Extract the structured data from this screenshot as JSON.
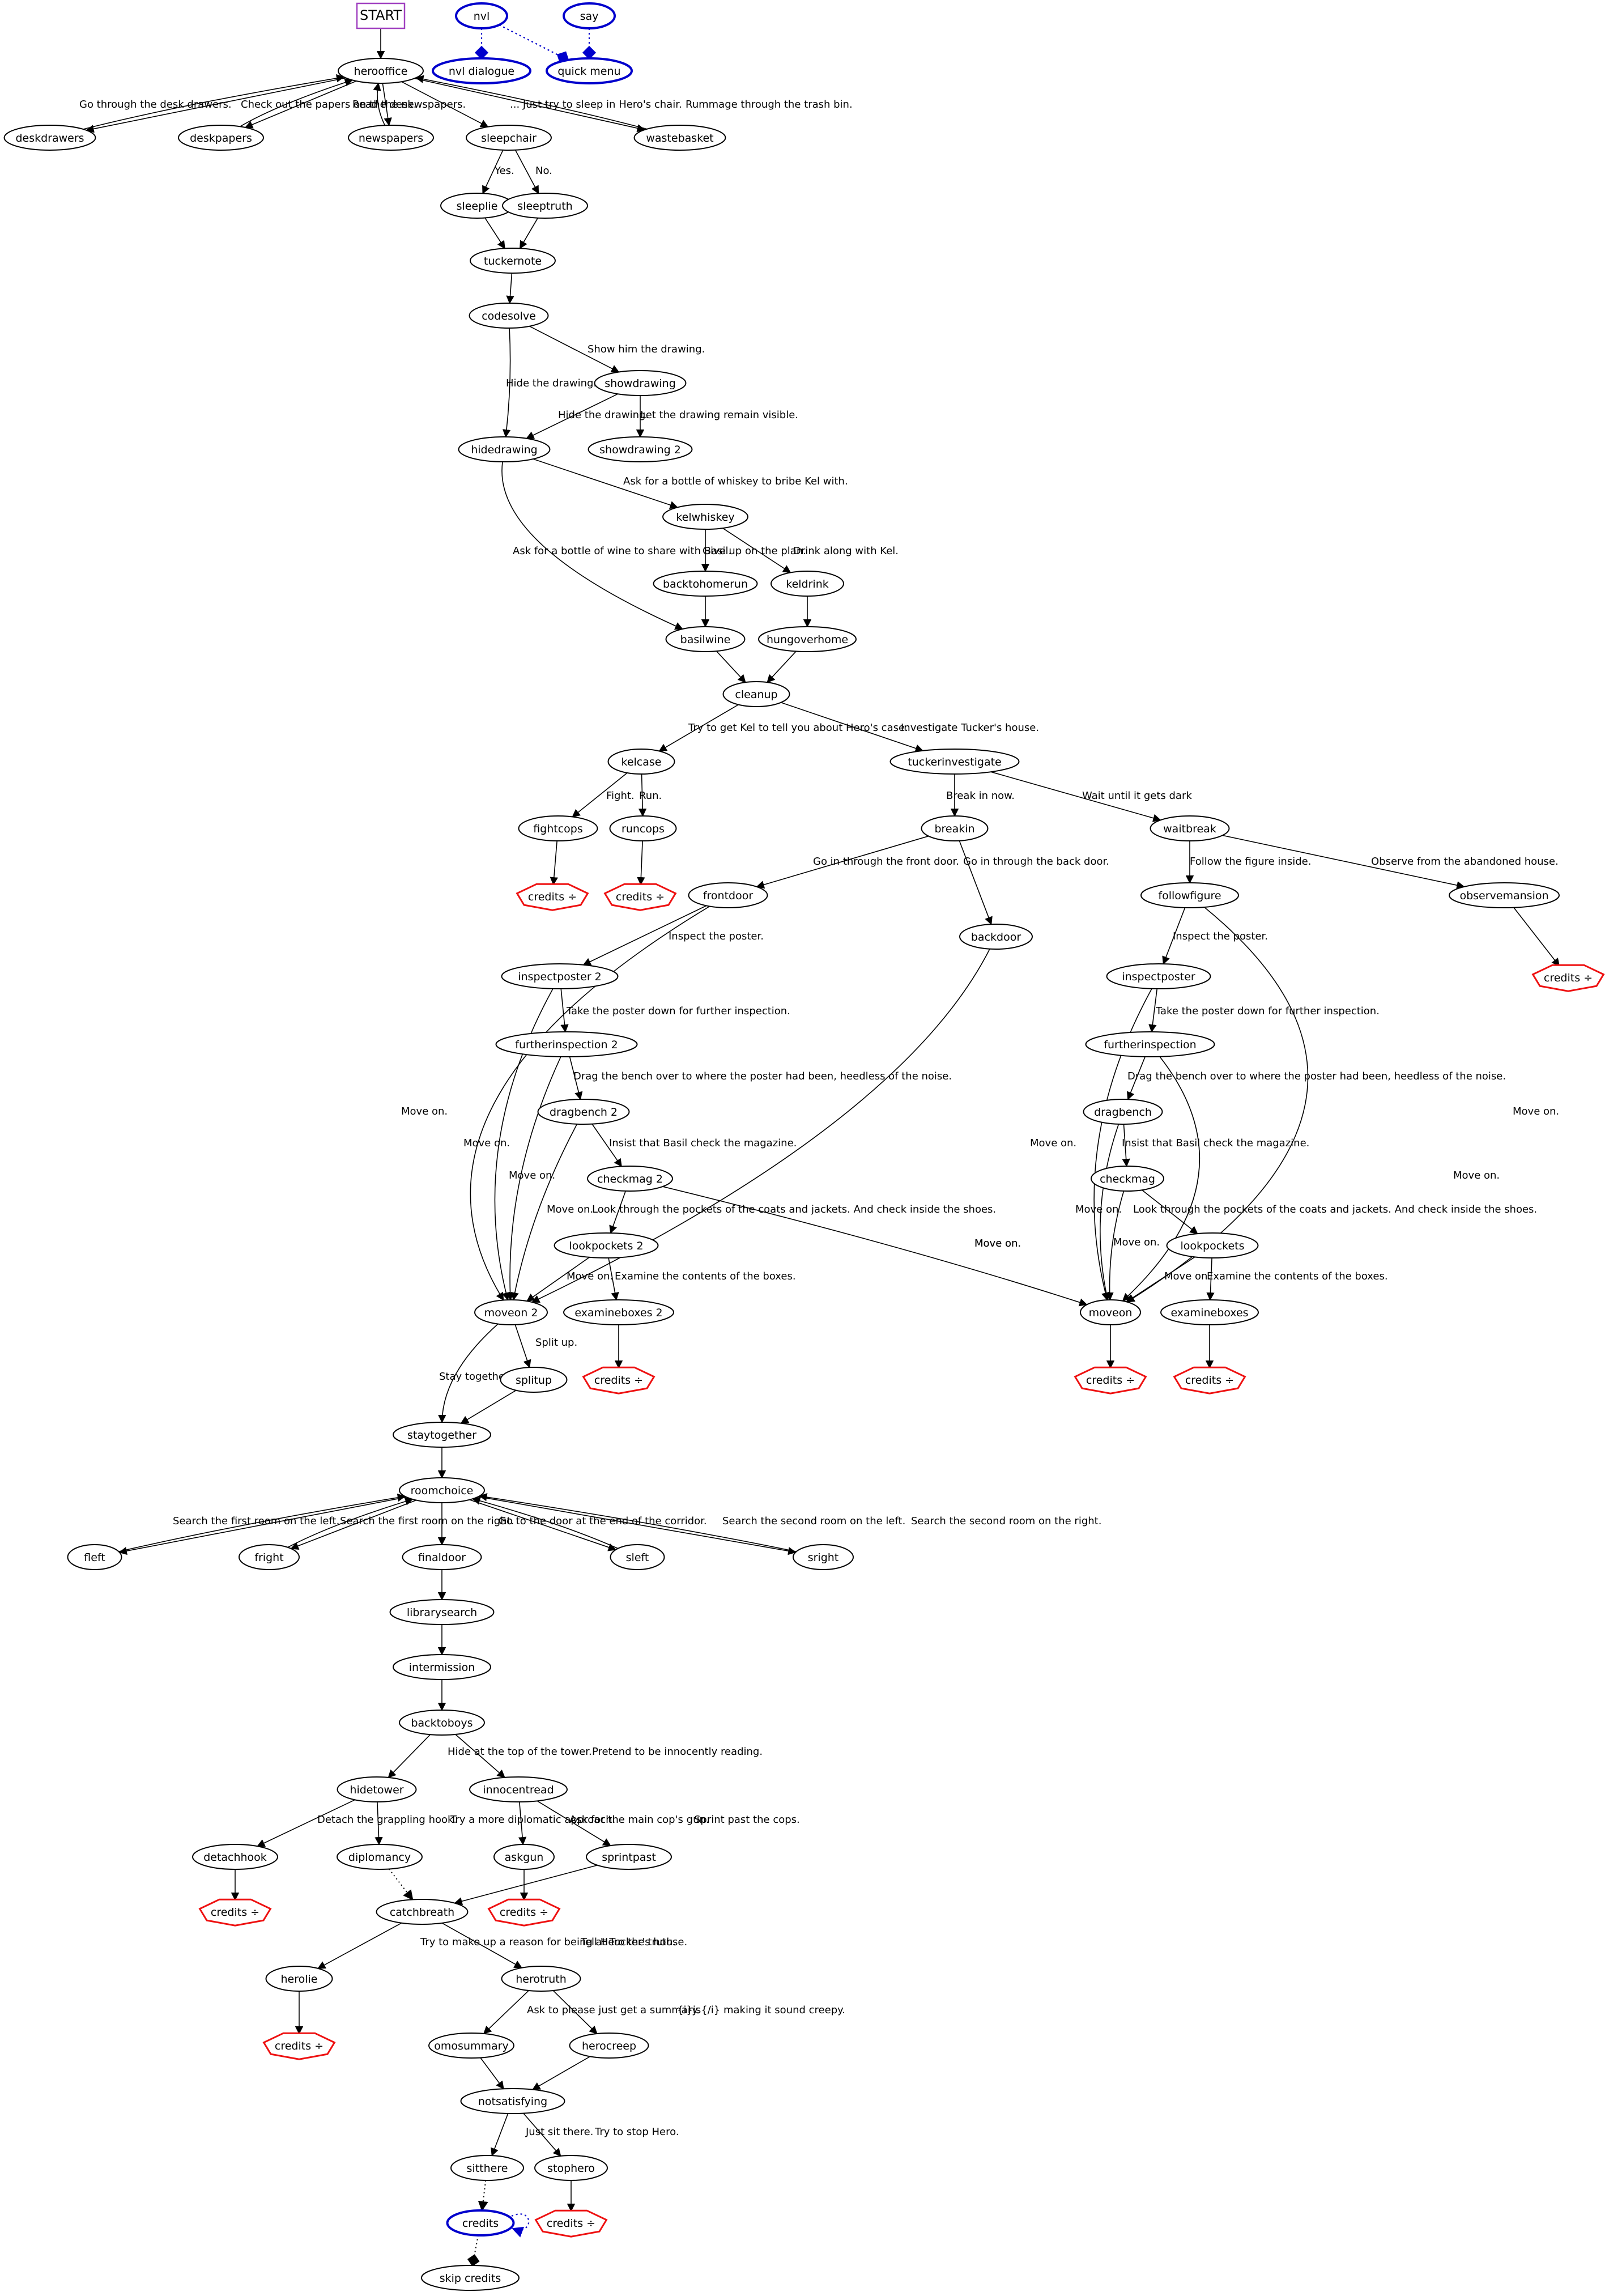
{
  "nodes": [
    {
      "id": "start",
      "label": "START",
      "shape": "box"
    },
    {
      "id": "nvl",
      "label": "nvl",
      "shape": "special"
    },
    {
      "id": "say",
      "label": "say",
      "shape": "special"
    },
    {
      "id": "nvldialogue",
      "label": "nvl dialogue",
      "shape": "special-target"
    },
    {
      "id": "quickmenu",
      "label": "quick menu",
      "shape": "special-target"
    },
    {
      "id": "herooffice",
      "label": "herooffice",
      "shape": "ellipse"
    },
    {
      "id": "deskdrawers",
      "label": "deskdrawers",
      "shape": "ellipse"
    },
    {
      "id": "deskpapers",
      "label": "deskpapers",
      "shape": "ellipse"
    },
    {
      "id": "newspapers",
      "label": "newspapers",
      "shape": "ellipse"
    },
    {
      "id": "sleepchair",
      "label": "sleepchair",
      "shape": "ellipse"
    },
    {
      "id": "wastebasket",
      "label": "wastebasket",
      "shape": "ellipse"
    },
    {
      "id": "sleeplie",
      "label": "sleeplie",
      "shape": "ellipse"
    },
    {
      "id": "sleeptruth",
      "label": "sleeptruth",
      "shape": "ellipse"
    },
    {
      "id": "tuckernote",
      "label": "tuckernote",
      "shape": "ellipse"
    },
    {
      "id": "codesolve",
      "label": "codesolve",
      "shape": "ellipse"
    },
    {
      "id": "showdrawing",
      "label": "showdrawing",
      "shape": "ellipse"
    },
    {
      "id": "hidedrawing",
      "label": "hidedrawing",
      "shape": "ellipse"
    },
    {
      "id": "showdrawing2",
      "label": "showdrawing 2",
      "shape": "ellipse"
    },
    {
      "id": "kelwhiskey",
      "label": "kelwhiskey",
      "shape": "ellipse"
    },
    {
      "id": "backtohomerun",
      "label": "backtohomerun",
      "shape": "ellipse"
    },
    {
      "id": "keldrink",
      "label": "keldrink",
      "shape": "ellipse"
    },
    {
      "id": "basilwine",
      "label": "basilwine",
      "shape": "ellipse"
    },
    {
      "id": "hungoverhome",
      "label": "hungoverhome",
      "shape": "ellipse"
    },
    {
      "id": "cleanup",
      "label": "cleanup",
      "shape": "ellipse"
    },
    {
      "id": "kelcase",
      "label": "kelcase",
      "shape": "ellipse"
    },
    {
      "id": "tuckerinvestigate",
      "label": "tuckerinvestigate",
      "shape": "ellipse"
    },
    {
      "id": "fightcops",
      "label": "fightcops",
      "shape": "ellipse"
    },
    {
      "id": "runcops",
      "label": "runcops",
      "shape": "ellipse"
    },
    {
      "id": "credits_fight",
      "label": "credits ÷",
      "shape": "septagon"
    },
    {
      "id": "credits_run",
      "label": "credits ÷",
      "shape": "septagon"
    },
    {
      "id": "breakin",
      "label": "breakin",
      "shape": "ellipse"
    },
    {
      "id": "waitbreak",
      "label": "waitbreak",
      "shape": "ellipse"
    },
    {
      "id": "frontdoor",
      "label": "frontdoor",
      "shape": "ellipse"
    },
    {
      "id": "backdoor",
      "label": "backdoor",
      "shape": "ellipse"
    },
    {
      "id": "followfigure",
      "label": "followfigure",
      "shape": "ellipse"
    },
    {
      "id": "observemansion",
      "label": "observemansion",
      "shape": "ellipse"
    },
    {
      "id": "credits_obs",
      "label": "credits ÷",
      "shape": "septagon"
    },
    {
      "id": "inspectposter2",
      "label": "inspectposter 2",
      "shape": "ellipse"
    },
    {
      "id": "inspectposter",
      "label": "inspectposter",
      "shape": "ellipse"
    },
    {
      "id": "furtherinspection2",
      "label": "furtherinspection 2",
      "shape": "ellipse"
    },
    {
      "id": "furtherinspection",
      "label": "furtherinspection",
      "shape": "ellipse"
    },
    {
      "id": "dragbench2",
      "label": "dragbench 2",
      "shape": "ellipse"
    },
    {
      "id": "dragbench",
      "label": "dragbench",
      "shape": "ellipse"
    },
    {
      "id": "checkmag2",
      "label": "checkmag 2",
      "shape": "ellipse"
    },
    {
      "id": "checkmag",
      "label": "checkmag",
      "shape": "ellipse"
    },
    {
      "id": "lookpockets2",
      "label": "lookpockets 2",
      "shape": "ellipse"
    },
    {
      "id": "lookpockets",
      "label": "lookpockets",
      "shape": "ellipse"
    },
    {
      "id": "moveon2",
      "label": "moveon 2",
      "shape": "ellipse"
    },
    {
      "id": "examineboxes2",
      "label": "examineboxes 2",
      "shape": "ellipse"
    },
    {
      "id": "moveon",
      "label": "moveon",
      "shape": "ellipse"
    },
    {
      "id": "examineboxes",
      "label": "examineboxes",
      "shape": "ellipse"
    },
    {
      "id": "credits_ex2",
      "label": "credits ÷",
      "shape": "septagon"
    },
    {
      "id": "credits_mo",
      "label": "credits ÷",
      "shape": "septagon"
    },
    {
      "id": "credits_ex",
      "label": "credits ÷",
      "shape": "septagon"
    },
    {
      "id": "splitup",
      "label": "splitup",
      "shape": "ellipse"
    },
    {
      "id": "staytogether",
      "label": "staytogether",
      "shape": "ellipse"
    },
    {
      "id": "roomchoice",
      "label": "roomchoice",
      "shape": "ellipse"
    },
    {
      "id": "fleft",
      "label": "fleft",
      "shape": "ellipse"
    },
    {
      "id": "fright",
      "label": "fright",
      "shape": "ellipse"
    },
    {
      "id": "finaldoor",
      "label": "finaldoor",
      "shape": "ellipse"
    },
    {
      "id": "sleft",
      "label": "sleft",
      "shape": "ellipse"
    },
    {
      "id": "sright",
      "label": "sright",
      "shape": "ellipse"
    },
    {
      "id": "librarysearch",
      "label": "librarysearch",
      "shape": "ellipse"
    },
    {
      "id": "intermission",
      "label": "intermission",
      "shape": "ellipse"
    },
    {
      "id": "backtoboys",
      "label": "backtoboys",
      "shape": "ellipse"
    },
    {
      "id": "hidetower",
      "label": "hidetower",
      "shape": "ellipse"
    },
    {
      "id": "innocentread",
      "label": "innocentread",
      "shape": "ellipse"
    },
    {
      "id": "detachhook",
      "label": "detachhook",
      "shape": "ellipse"
    },
    {
      "id": "diplomancy",
      "label": "diplomancy",
      "shape": "ellipse"
    },
    {
      "id": "askgun",
      "label": "askgun",
      "shape": "ellipse"
    },
    {
      "id": "sprintpast",
      "label": "sprintpast",
      "shape": "ellipse"
    },
    {
      "id": "credits_detach",
      "label": "credits ÷",
      "shape": "septagon"
    },
    {
      "id": "catchbreath",
      "label": "catchbreath",
      "shape": "ellipse"
    },
    {
      "id": "credits_gun",
      "label": "credits ÷",
      "shape": "septagon"
    },
    {
      "id": "herolie",
      "label": "herolie",
      "shape": "ellipse"
    },
    {
      "id": "herotruth",
      "label": "herotruth",
      "shape": "ellipse"
    },
    {
      "id": "credits_lie",
      "label": "credits ÷",
      "shape": "septagon"
    },
    {
      "id": "omosummary",
      "label": "omosummary",
      "shape": "ellipse"
    },
    {
      "id": "herocreep",
      "label": "herocreep",
      "shape": "ellipse"
    },
    {
      "id": "notsatisfying",
      "label": "notsatisfying",
      "shape": "ellipse"
    },
    {
      "id": "sitthere",
      "label": "sitthere",
      "shape": "ellipse"
    },
    {
      "id": "stophero",
      "label": "stophero",
      "shape": "ellipse"
    },
    {
      "id": "credits",
      "label": "credits",
      "shape": "special"
    },
    {
      "id": "credits_stop",
      "label": "credits ÷",
      "shape": "septagon"
    },
    {
      "id": "skipcredits",
      "label": "skip credits",
      "shape": "ellipse"
    }
  ],
  "edge_labels": [
    "Go through the desk drawers.",
    "Check out the papers on the desk.",
    "Read the newspapers.",
    "... Just try to sleep in Hero's chair.",
    "Rummage through the trash bin.",
    "Yes.",
    "No.",
    "Show him the drawing.",
    "Hide the drawing.",
    "Hide the drawing.",
    "Let the drawing remain visible.",
    "Ask for a bottle of whiskey to bribe Kel with.",
    "Ask for a bottle of wine to share with Basil.",
    "Give up on the plan.",
    "Drink along with Kel.",
    "Try to get Kel to tell you about Hero's case.",
    "Investigate Tucker's house.",
    "Fight.",
    "Run.",
    "Break in now.",
    "Wait until it gets dark",
    "Go in through the front door.",
    "Go in through the back door.",
    "Follow the figure inside.",
    "Observe from the abandoned house.",
    "Inspect the poster.",
    "Inspect the poster.",
    "Take the poster down for further inspection.",
    "Take the poster down for further inspection.",
    "Drag the bench over to where the poster had been, heedless of the noise.",
    "Drag the bench over to where the poster had been, heedless of the noise.",
    "Insist that Basil check the magazine.",
    "Insist that Basil check the magazine.",
    "Look through the pockets of the coats and jackets. And check inside the shoes.",
    "Look through the pockets of the coats and jackets. And check inside the shoes.",
    "Examine the contents of the boxes.",
    "Examine the contents of the boxes.",
    "Move on.",
    "Split up.",
    "Stay together.",
    "Search the first room on the left.",
    "Search the first room on the right.",
    "Go to the door at the end of the corridor.",
    "Search the second room on the left.",
    "Search the second room on the right.",
    "Hide at the top of the tower.",
    "Pretend to be innocently reading.",
    "Detach the grappling hook.",
    "Try a more diplomatic approach.",
    "Ask for the main cop's gun.",
    "Sprint past the cops.",
    "Try to make up a reason for being at Tucker's house.",
    "Tell Hero the truth.",
    "Ask to please just get a summary.",
    "{i}is{/i} making it sound creepy.",
    "Just sit there.",
    "Try to stop Hero."
  ]
}
